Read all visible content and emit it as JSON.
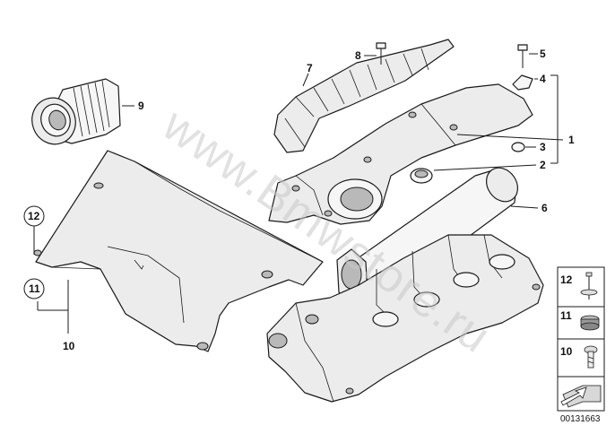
{
  "diagram": {
    "watermark": "www.Bmwstore.ru",
    "drawing_number": "00131663",
    "callouts": [
      {
        "id": "1",
        "label": "1"
      },
      {
        "id": "2",
        "label": "2"
      },
      {
        "id": "3",
        "label": "3"
      },
      {
        "id": "4",
        "label": "4"
      },
      {
        "id": "5",
        "label": "5"
      },
      {
        "id": "6",
        "label": "6"
      },
      {
        "id": "7",
        "label": "7"
      },
      {
        "id": "8",
        "label": "8"
      },
      {
        "id": "9",
        "label": "9"
      },
      {
        "id": "10",
        "label": "10"
      },
      {
        "id": "11",
        "label": "11"
      },
      {
        "id": "12",
        "label": "12"
      }
    ],
    "legend": [
      {
        "label": "12",
        "icon": "screw-with-washer-icon"
      },
      {
        "label": "11",
        "icon": "rubber-grommet-icon"
      },
      {
        "label": "10",
        "icon": "screw-icon"
      }
    ],
    "legend_arrow_icon": "direction-arrow-icon"
  }
}
